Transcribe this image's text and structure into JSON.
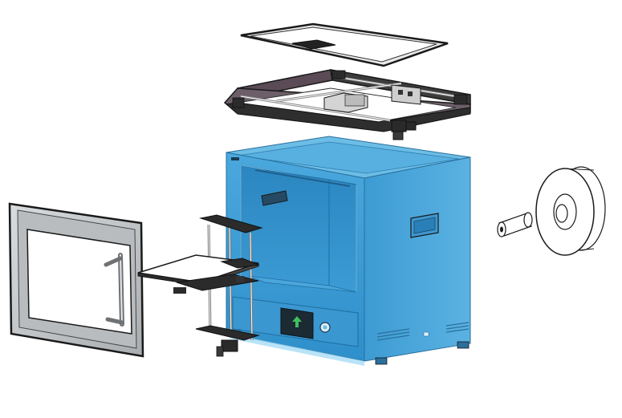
{
  "figure": {
    "type": "exploded-assembly-view",
    "colors": {
      "highlight": "#3d9fd6",
      "highlight_dark": "#2a7fb8",
      "highlight_light": "#6cbde6",
      "line": "#1a1a1a",
      "metal": "#cfd2d4",
      "dark_part": "#2b2b2b",
      "screen": "#1c2a33",
      "screen_icon": "#3fbf5f"
    },
    "parts": [
      {
        "id": "top-cover-frame",
        "icon": "frame-icon"
      },
      {
        "id": "gantry-xy-assembly",
        "icon": "gantry-icon"
      },
      {
        "id": "printer-enclosure",
        "icon": "enclosure-icon",
        "highlighted": true
      },
      {
        "id": "front-door",
        "icon": "door-icon"
      },
      {
        "id": "print-bed-z-assembly",
        "icon": "bed-icon"
      },
      {
        "id": "spool-holder",
        "icon": "spool-holder-icon"
      },
      {
        "id": "filament-spool",
        "icon": "spool-icon"
      }
    ]
  }
}
